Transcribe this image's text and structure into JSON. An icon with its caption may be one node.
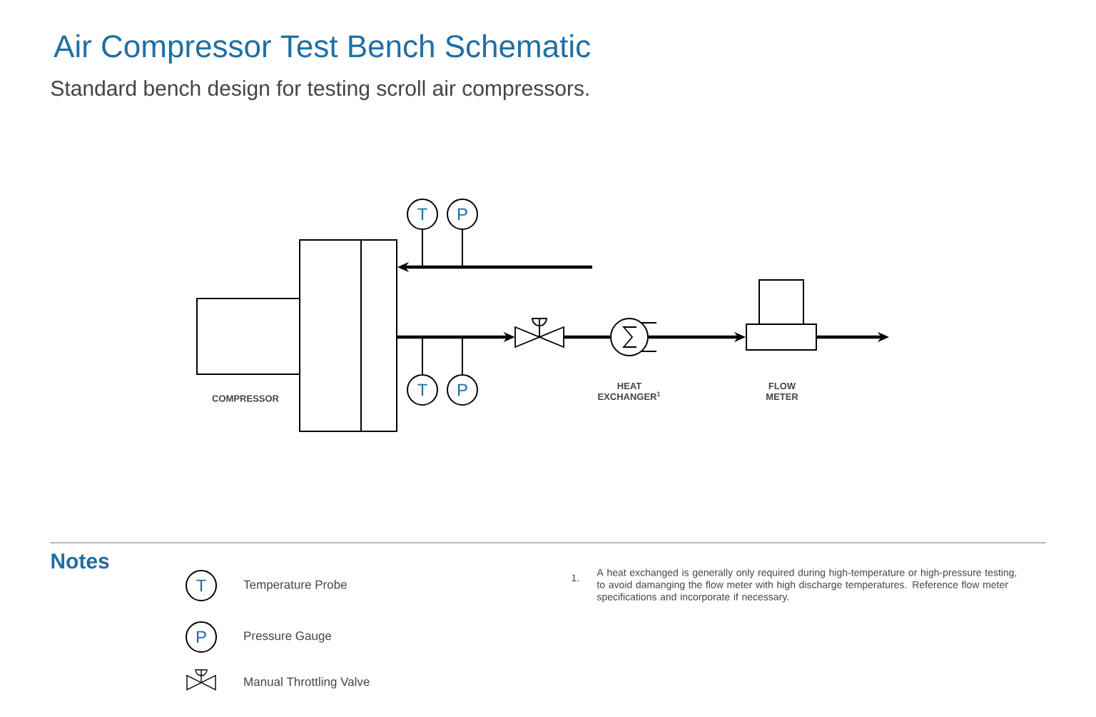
{
  "diagram": {
    "title": "Air Compressor Test Bench Schematic",
    "nodes": [
      {
        "text": [
          "COMPRESSOR"
        ]
      },
      {
        "text": [],
        "shape": "box"
      },
      {
        "text": [
          "T"
        ]
      },
      {
        "text": [
          "P"
        ]
      },
      {
        "text": [
          "T"
        ]
      },
      {
        "text": [
          "P"
        ]
      },
      {
        "text": [],
        "shape": "valve"
      },
      {
        "text": [
          "HEAT EXCHANGER$^{1}$"
        ]
      },
      {
        "text": [
          "FLOW METER"
        ]
      }
    ],
    "edges": [
      {
        "from": null,
        "to": 1,
        "arrow": "to"
      },
      {
        "from": 1,
        "to": 6,
        "arrow": "to"
      },
      {
        "from": 6,
        "to": 7,
        "arrow": "none"
      },
      {
        "from": 7,
        "to": 8,
        "arrow": "to"
      },
      {
        "from": 8,
        "to": null,
        "arrow": "to"
      },
      {
        "from": 2,
        "to": null,
        "arrow": "none"
      },
      {
        "from": 3,
        "to": null,
        "arrow": "none"
      },
      {
        "from": 4,
        "to": null,
        "arrow": "none"
      },
      {
        "from": 5,
        "to": null,
        "arrow": "none"
      }
    ],
    "labels": [
      "Standard bench design for testing scroll air compressors.",
      "Notes",
      "T",
      "P",
      "1.",
      "A heat exchanged is generally only required during high-temperature or high-pressure testing, to avoid damanging the flow meter with high discharge temperatures. Reference flow meter specifications and incorporate if necessary."
    ],
    "legend": [
      {
        "text": "Temperature Probe"
      },
      {
        "text": "Pressure Gauge"
      },
      {
        "text": "Manual Throttling Valve"
      }
    ]
  }
}
